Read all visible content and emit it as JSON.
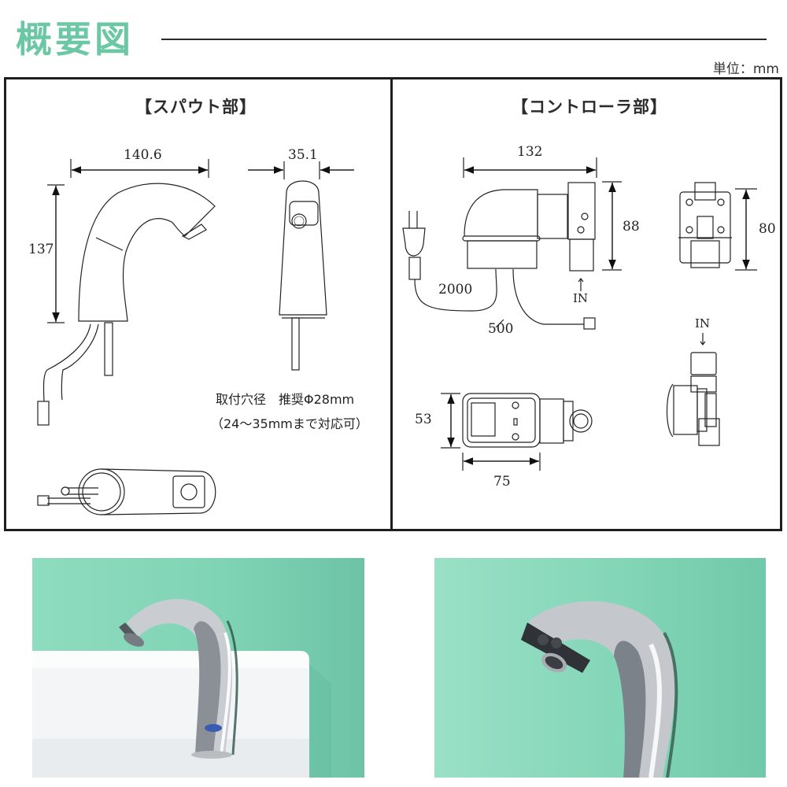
{
  "header": {
    "title": "概要図",
    "unit_label": "単位：mm"
  },
  "spout_section": {
    "title": "【スパウト部】",
    "dimensions": {
      "width": "140.6",
      "height": "137",
      "depth": "35.1"
    },
    "note_line1": "取付穴径　推奨Φ28mm",
    "note_line2": "（24～35mmまで対応可）"
  },
  "controller_section": {
    "title": "【コントローラ部】",
    "dimensions": {
      "width": "132",
      "height_side": "88",
      "height_front": "80",
      "power_cord": "2000",
      "sensor_cord": "500",
      "bottom_depth": "53",
      "bottom_width": "75"
    },
    "inlet_label_1": "IN",
    "inlet_label_2": "IN"
  },
  "photos": [
    {
      "name": "faucet-on-sink-photo",
      "subject": "chrome sensor faucet on white basin",
      "bg": "#7fd3b5"
    },
    {
      "name": "faucet-closeup-photo",
      "subject": "chrome sensor faucet spout close-up",
      "bg": "#84d6b8"
    }
  ],
  "colors": {
    "accent": "#6cc8a4",
    "frame": "#1e1e1e",
    "text": "#222222"
  }
}
